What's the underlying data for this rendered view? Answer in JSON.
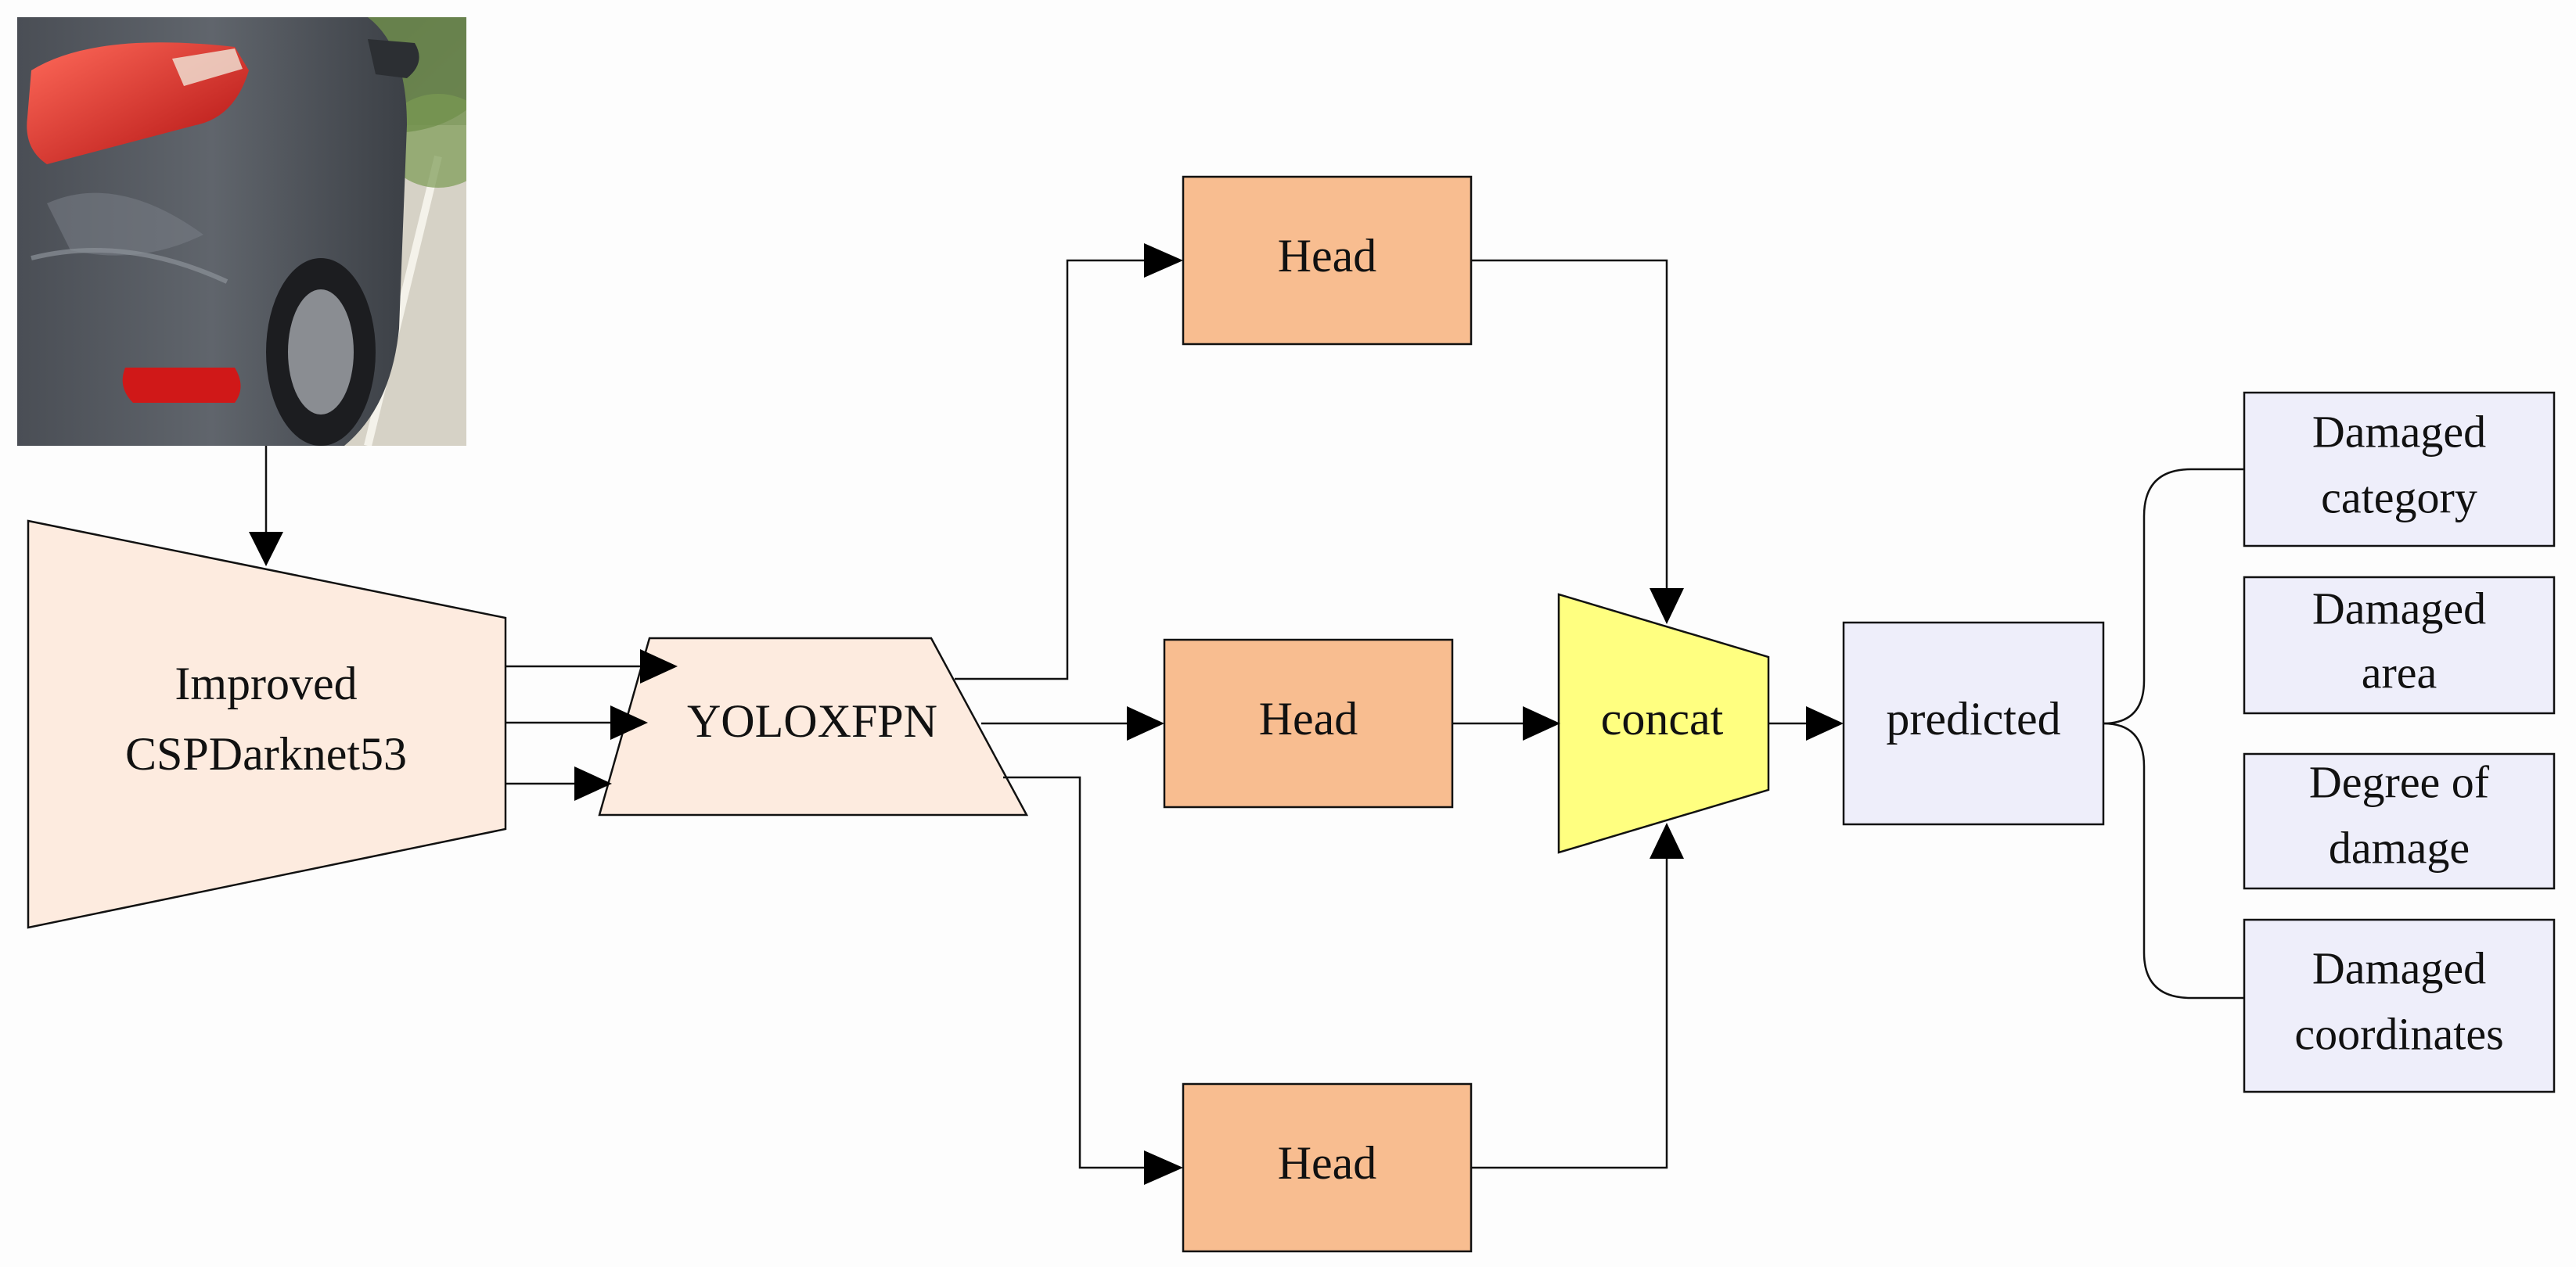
{
  "nodes": {
    "backbone": {
      "line1": "Improved",
      "line2": "CSPDarknet53"
    },
    "neck": "YOLOXFPN",
    "head_top": "Head",
    "head_mid": "Head",
    "head_bottom": "Head",
    "concat": "concat",
    "predicted": "predicted"
  },
  "outputs": [
    {
      "line1": "Damaged",
      "line2": "category"
    },
    {
      "line1": "Damaged",
      "line2": "area"
    },
    {
      "line1": "Degree of",
      "line2": "damage"
    },
    {
      "line1": "Damaged",
      "line2": "coordinates"
    }
  ],
  "colors": {
    "backbone_fill": "#fdebdf",
    "head_fill": "#f8bd90",
    "concat_fill": "#ffff80",
    "predicted_fill": "#eeeefa",
    "output_fill": "#eeeefa",
    "stroke": "#111111"
  }
}
